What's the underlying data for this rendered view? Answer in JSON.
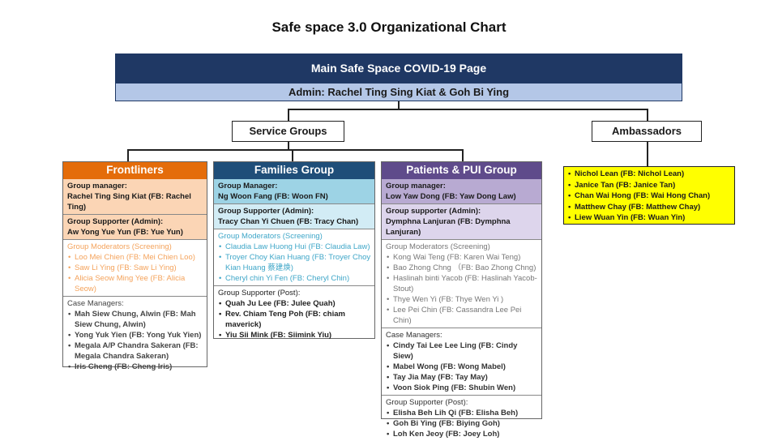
{
  "title": "Safe space 3.0 Organizational Chart",
  "main_page": "Main Safe Space COVID-19 Page",
  "admin": "Admin: Rachel Ting Sing Kiat & Goh Bi Ying",
  "service_groups": "Service Groups",
  "ambassadors": {
    "title": "Ambassadors",
    "members": [
      "Nichol Lean (FB: Nichol Lean)",
      "Janice Tan (FB: Janice Tan)",
      "Chan Wai Hong (FB: Wai Hong Chan)",
      "Matthew Chay (FB: Matthew Chay)",
      "Liew Wuan Yin (FB: Wuan Yin)"
    ]
  },
  "frontliners": {
    "title": "Frontliners",
    "manager_label": "Group manager:",
    "manager": "Rachel Ting Sing Kiat (FB: Rachel Ting)",
    "supporter_label": "Group Supporter (Admin):",
    "supporter": "Aw Yong Yue Yun (FB: Yue Yun)",
    "moderators_label": "Group Moderators (Screening)",
    "moderators": [
      "Loo Mei Chien (FB: Mei Chien Loo)",
      "Saw Li Ying (FB: Saw Li Ying)",
      "Alicia Seow Ming Yee (FB: Alicia Seow)"
    ],
    "case_label": "Case Managers:",
    "case_managers": [
      "Mah Siew Chung, Alwin (FB: Mah Siew Chung, Alwin)",
      "Yong Yuk Yien (FB: Yong Yuk Yien)",
      "Megala A/P Chandra Sakeran (FB: Megala Chandra Sakeran)",
      "Iris Cheng (FB: Cheng Iris)"
    ]
  },
  "families": {
    "title": "Families Group",
    "manager_label": "Group Manager:",
    "manager": "Ng Woon Fang (FB: Woon FN)",
    "supporter_label": "Group Supporter (Admin):",
    "supporter": "Tracy Chan Yi Chuen (FB: Tracy Chan)",
    "moderators_label": "Group Moderators (Screening)",
    "moderators": [
      "Claudia Law Huong Hui (FB: Claudia Law)",
      "Troyer Choy Kian Huang (FB: Troyer Choy Kian Huang 蔡建焕)",
      "Cheryl chin Yi Fen (FB: Cheryl Chin)"
    ],
    "post_label": "Group Supporter (Post):",
    "post": [
      "Quah Ju Lee (FB: Julee Quah)",
      "Rev. Chiam Teng Poh (FB: chiam maverick)",
      "Yiu Sii Mink (FB: Siimink Yiu)"
    ]
  },
  "patients": {
    "title": "Patients & PUI Group",
    "manager_label": "Group manager:",
    "manager": "Low Yaw Dong (FB: Yaw Dong Law)",
    "supporter_label": "Group supporter (Admin):",
    "supporter": "Dymphna Lanjuran (FB: Dymphna Lanjuran)",
    "moderators_label": "Group Moderators (Screening)",
    "moderators": [
      "Kong Wai Teng (FB: Karen Wai Teng)",
      "Bao Zhong Chng （FB: Bao Zhong Chng)",
      "Haslinah binti Yacob (FB: Haslinah Yacob-Stout)",
      "Thye Wen Yi (FB: Thye Wen Yi )",
      "Lee Pei Chin (FB: Cassandra Lee Pei Chin)"
    ],
    "case_label": "Case Managers:",
    "case_managers": [
      "Cindy Tai Lee Lee Ling (FB: Cindy Siew)",
      "Mabel Wong (FB: Wong Mabel)",
      "Tay Jia May (FB: Tay May)",
      "Voon Siok Ping (FB: Shubin Wen)"
    ],
    "post_label": "Group Supporter (Post):",
    "post": [
      "Elisha Beh Lih Qi (FB: Elisha Beh)",
      "Goh Bi Ying (FB: Biying Goh)",
      "Loh Ken Jeoy (FB: Joey Loh)"
    ]
  }
}
